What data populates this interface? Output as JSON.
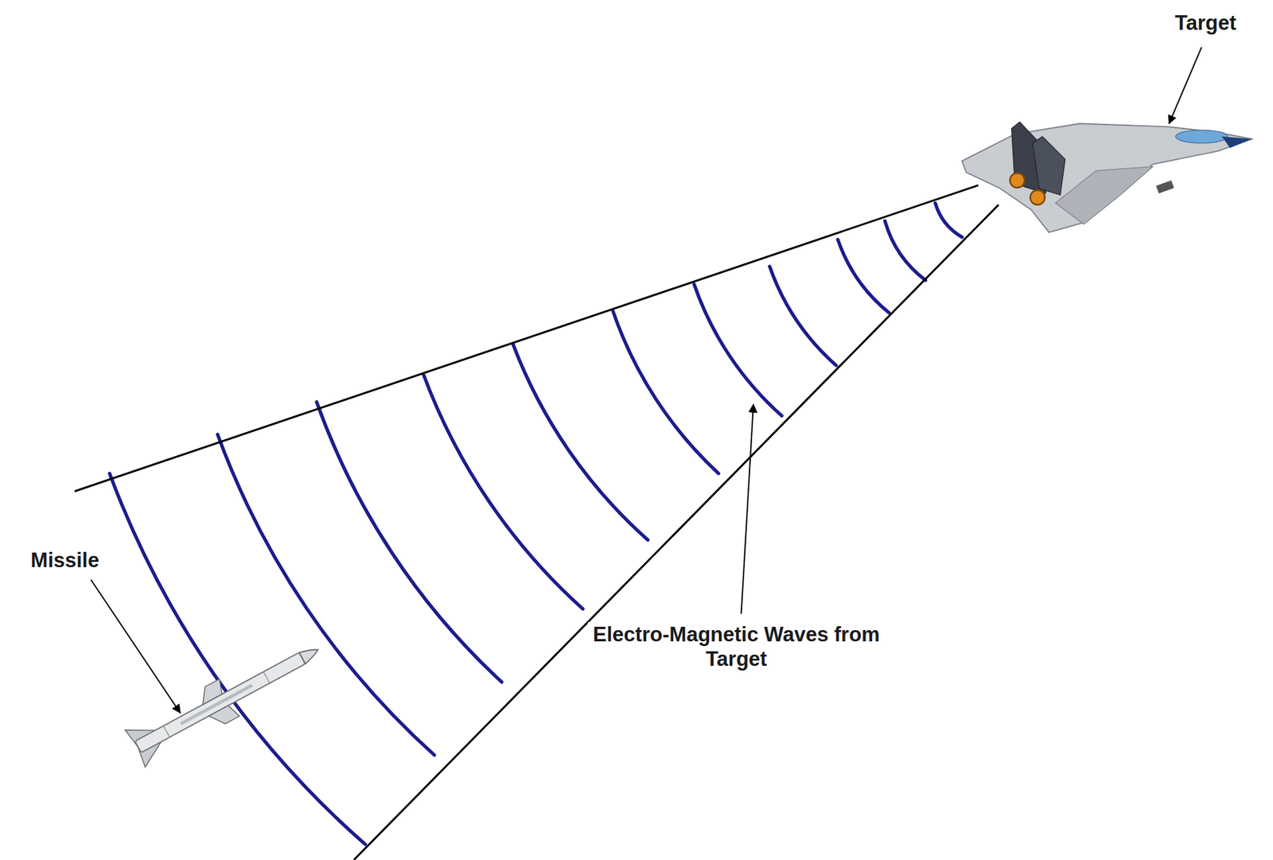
{
  "diagram": {
    "labels": [
      "Target",
      "Missile",
      "Electro-Magnetic Waves from Target"
    ]
  }
}
